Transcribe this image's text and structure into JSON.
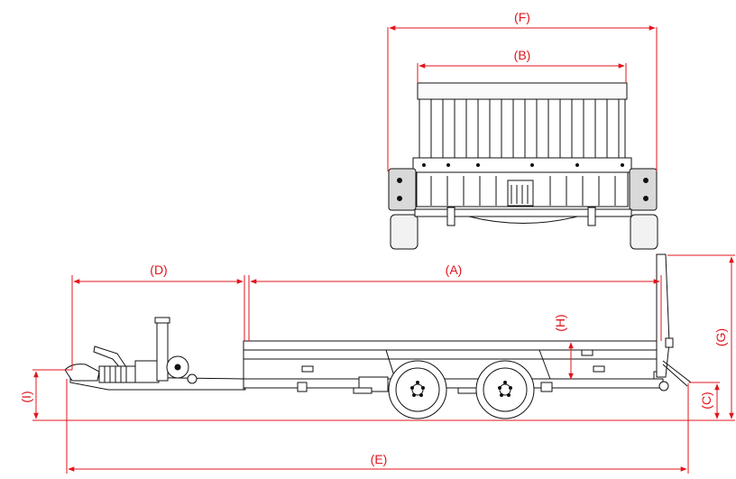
{
  "colors": {
    "dimension": "#e0161c",
    "line": "#111111",
    "fill_light": "#f2f2f2",
    "fill_mid": "#d9d9d9",
    "background": "#ffffff"
  },
  "dimensions": {
    "A": "(A)",
    "B": "(B)",
    "C": "(C)",
    "D": "(D)",
    "E": "(E)",
    "F": "(F)",
    "G": "(G)",
    "H": "(H)",
    "I": "(I)"
  }
}
